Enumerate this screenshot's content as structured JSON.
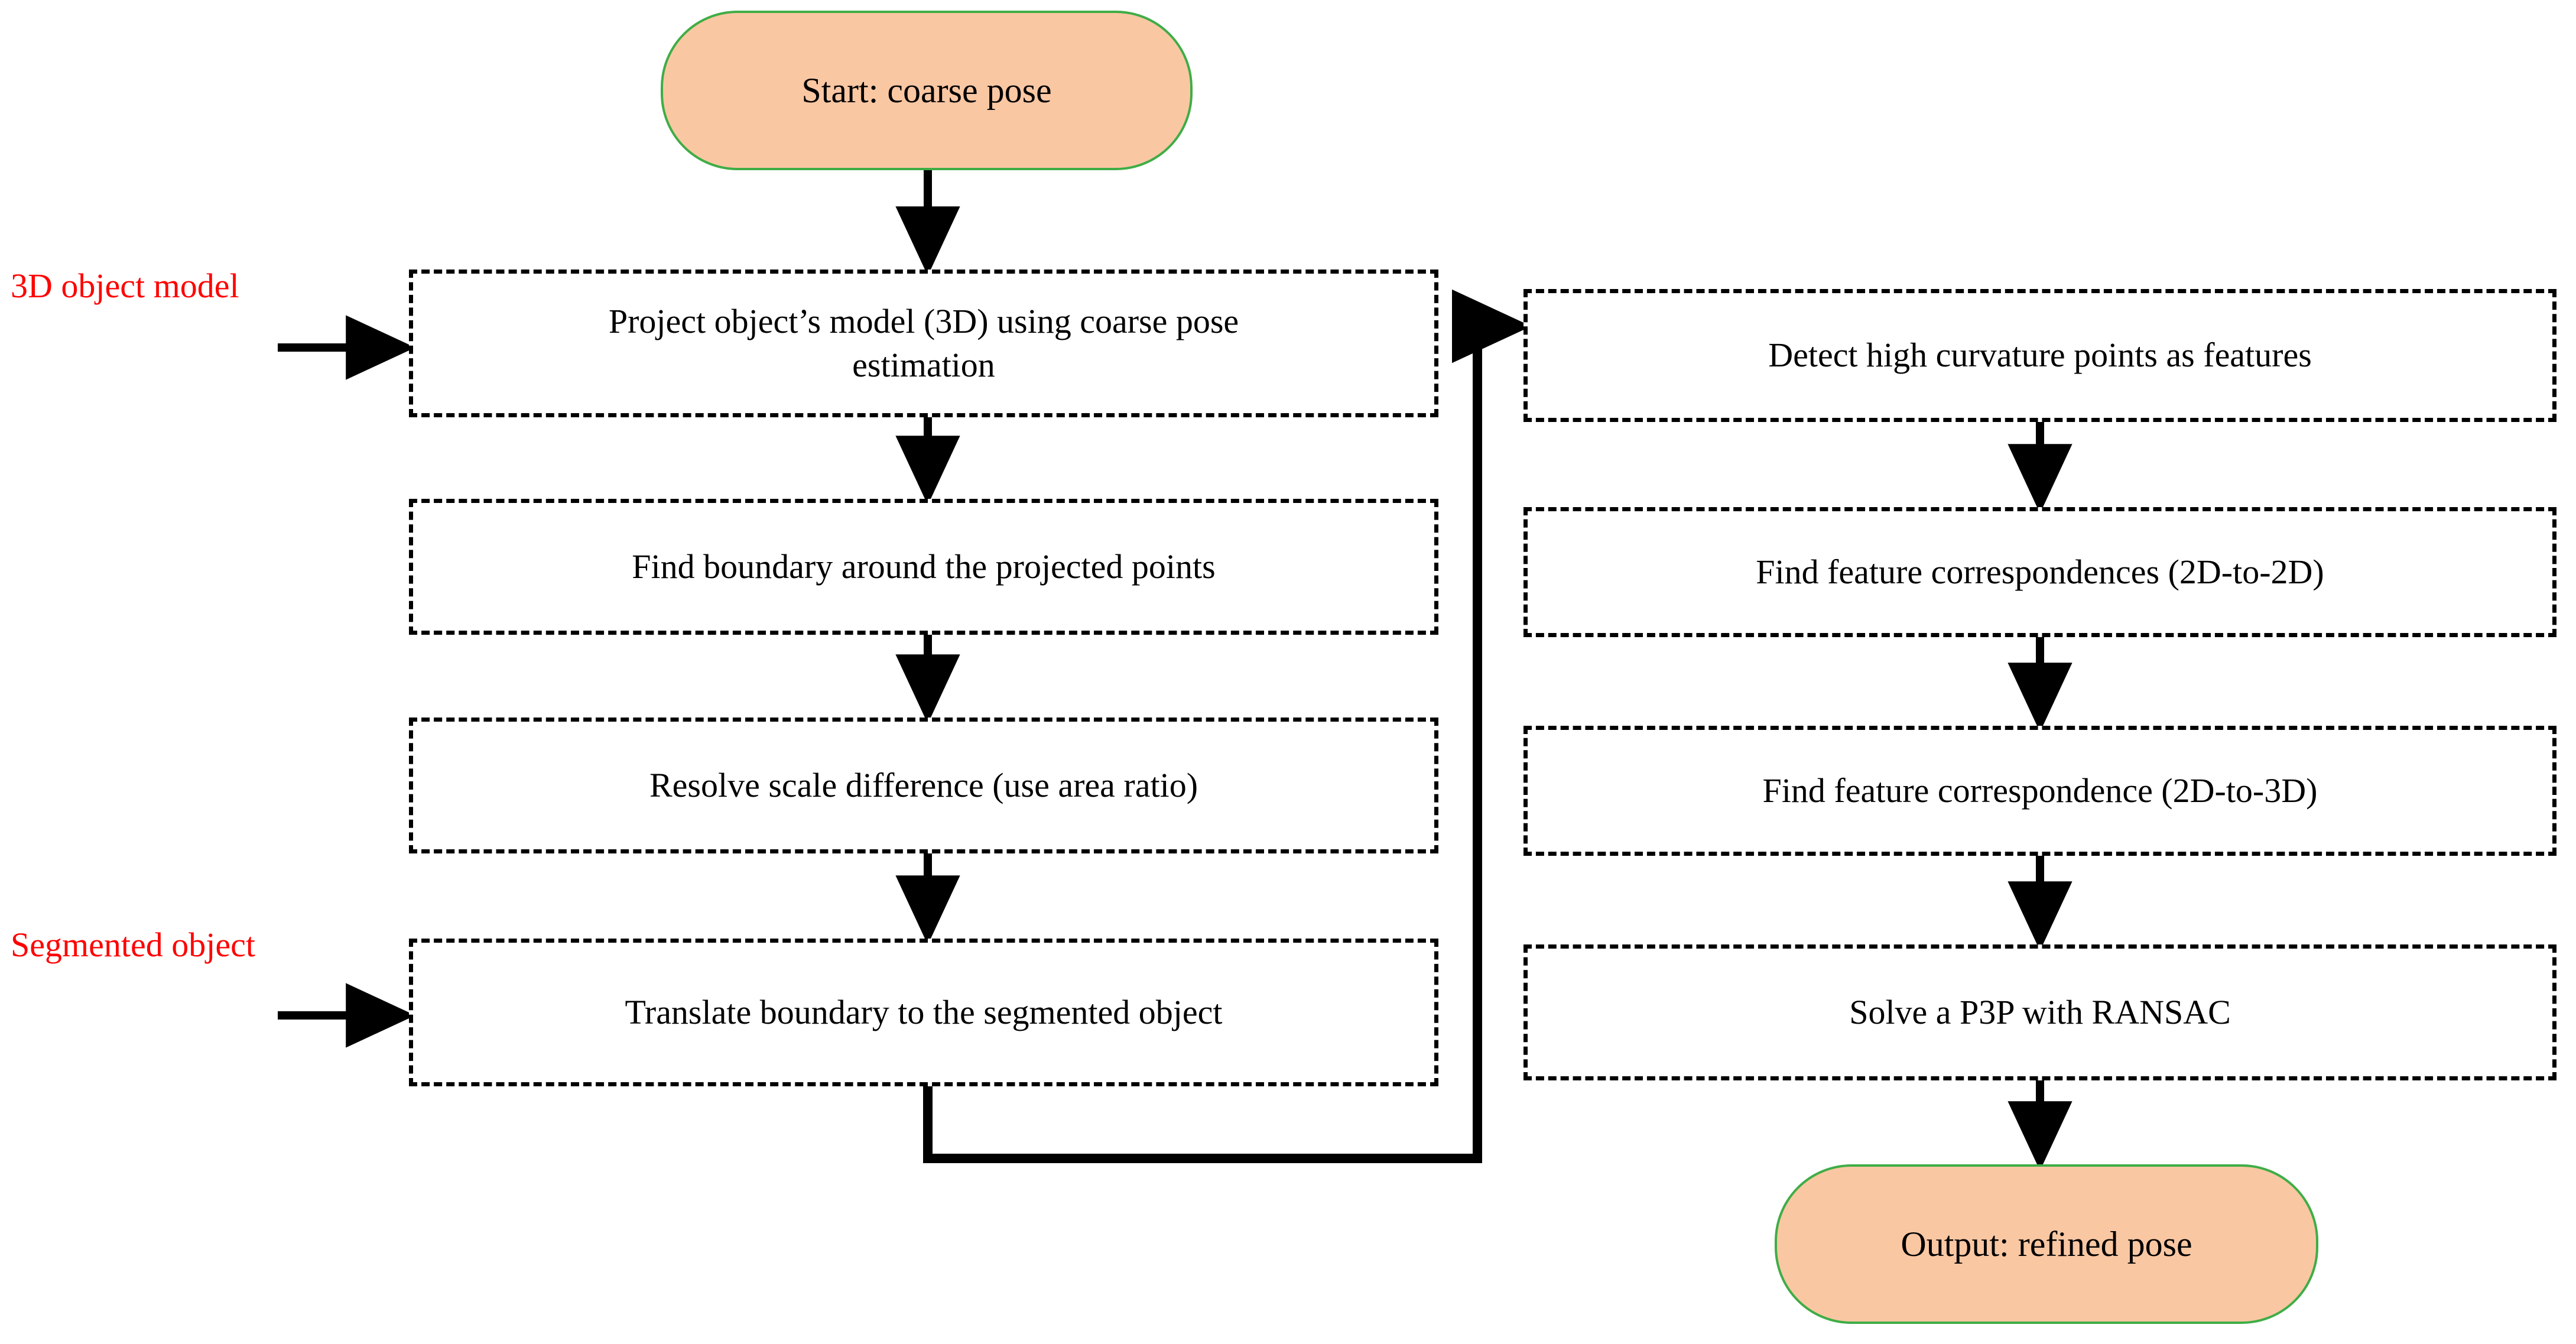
{
  "diagram": {
    "title": "Pose refinement flowchart",
    "colors": {
      "terminal_fill": "#FAC7A3",
      "terminal_border": "#3FAD46",
      "process_border": "#000000",
      "connector": "#000000",
      "side_label": "#FF0000",
      "background": "#FFFFFF"
    },
    "start_node": {
      "label": "Start: coarse pose"
    },
    "output_node": {
      "label": "Output: refined pose"
    },
    "side_labels": [
      {
        "id": "3d-object-model",
        "label": "3D object model"
      },
      {
        "id": "segmented-object",
        "label": "Segmented object"
      }
    ],
    "left_column": {
      "steps": [
        {
          "id": "project-model",
          "line1": "Project object’s model (3D) using coarse pose",
          "line2": "estimation"
        },
        {
          "id": "find-boundary",
          "line1": "Find boundary around the projected points",
          "line2": ""
        },
        {
          "id": "resolve-scale",
          "line1": "Resolve scale difference (use area ratio)",
          "line2": ""
        },
        {
          "id": "translate-boundary",
          "line1": "Translate boundary to the segmented object",
          "line2": ""
        }
      ]
    },
    "right_column": {
      "steps": [
        {
          "id": "detect-curvature",
          "line1": "Detect high curvature points as features",
          "line2": ""
        },
        {
          "id": "corr-2d-2d",
          "line1": "Find feature correspondences (2D-to-2D)",
          "line2": ""
        },
        {
          "id": "corr-2d-3d",
          "line1": "Find feature correspondence (2D-to-3D)",
          "line2": ""
        },
        {
          "id": "solve-p3p",
          "line1": "Solve a P3P with RANSAC",
          "line2": ""
        }
      ]
    },
    "connectors": [
      {
        "id": "start-to-project",
        "from": "start-node",
        "to": "project-model",
        "kind": "arrow-down"
      },
      {
        "id": "project-to-find",
        "from": "project-model",
        "to": "find-boundary",
        "kind": "arrow-down"
      },
      {
        "id": "find-to-resolve",
        "from": "find-boundary",
        "to": "resolve-scale",
        "kind": "arrow-down"
      },
      {
        "id": "resolve-to-translate",
        "from": "resolve-scale",
        "to": "translate-boundary",
        "kind": "arrow-down"
      },
      {
        "id": "model-input",
        "from": "3d-object-model",
        "to": "project-model",
        "kind": "arrow-right"
      },
      {
        "id": "segmented-input",
        "from": "segmented-object",
        "to": "translate-boundary",
        "kind": "arrow-right"
      },
      {
        "id": "left-to-right",
        "from": "translate-boundary",
        "to": "detect-curvature",
        "kind": "elbow-up-right"
      },
      {
        "id": "detect-to-corr2d",
        "from": "detect-curvature",
        "to": "corr-2d-2d",
        "kind": "arrow-down"
      },
      {
        "id": "corr2d-to-corr3d",
        "from": "corr-2d-2d",
        "to": "corr-2d-3d",
        "kind": "arrow-down"
      },
      {
        "id": "corr3d-to-p3p",
        "from": "corr-2d-3d",
        "to": "solve-p3p",
        "kind": "arrow-down"
      },
      {
        "id": "p3p-to-output",
        "from": "solve-p3p",
        "to": "output-node",
        "kind": "arrow-down"
      }
    ]
  }
}
